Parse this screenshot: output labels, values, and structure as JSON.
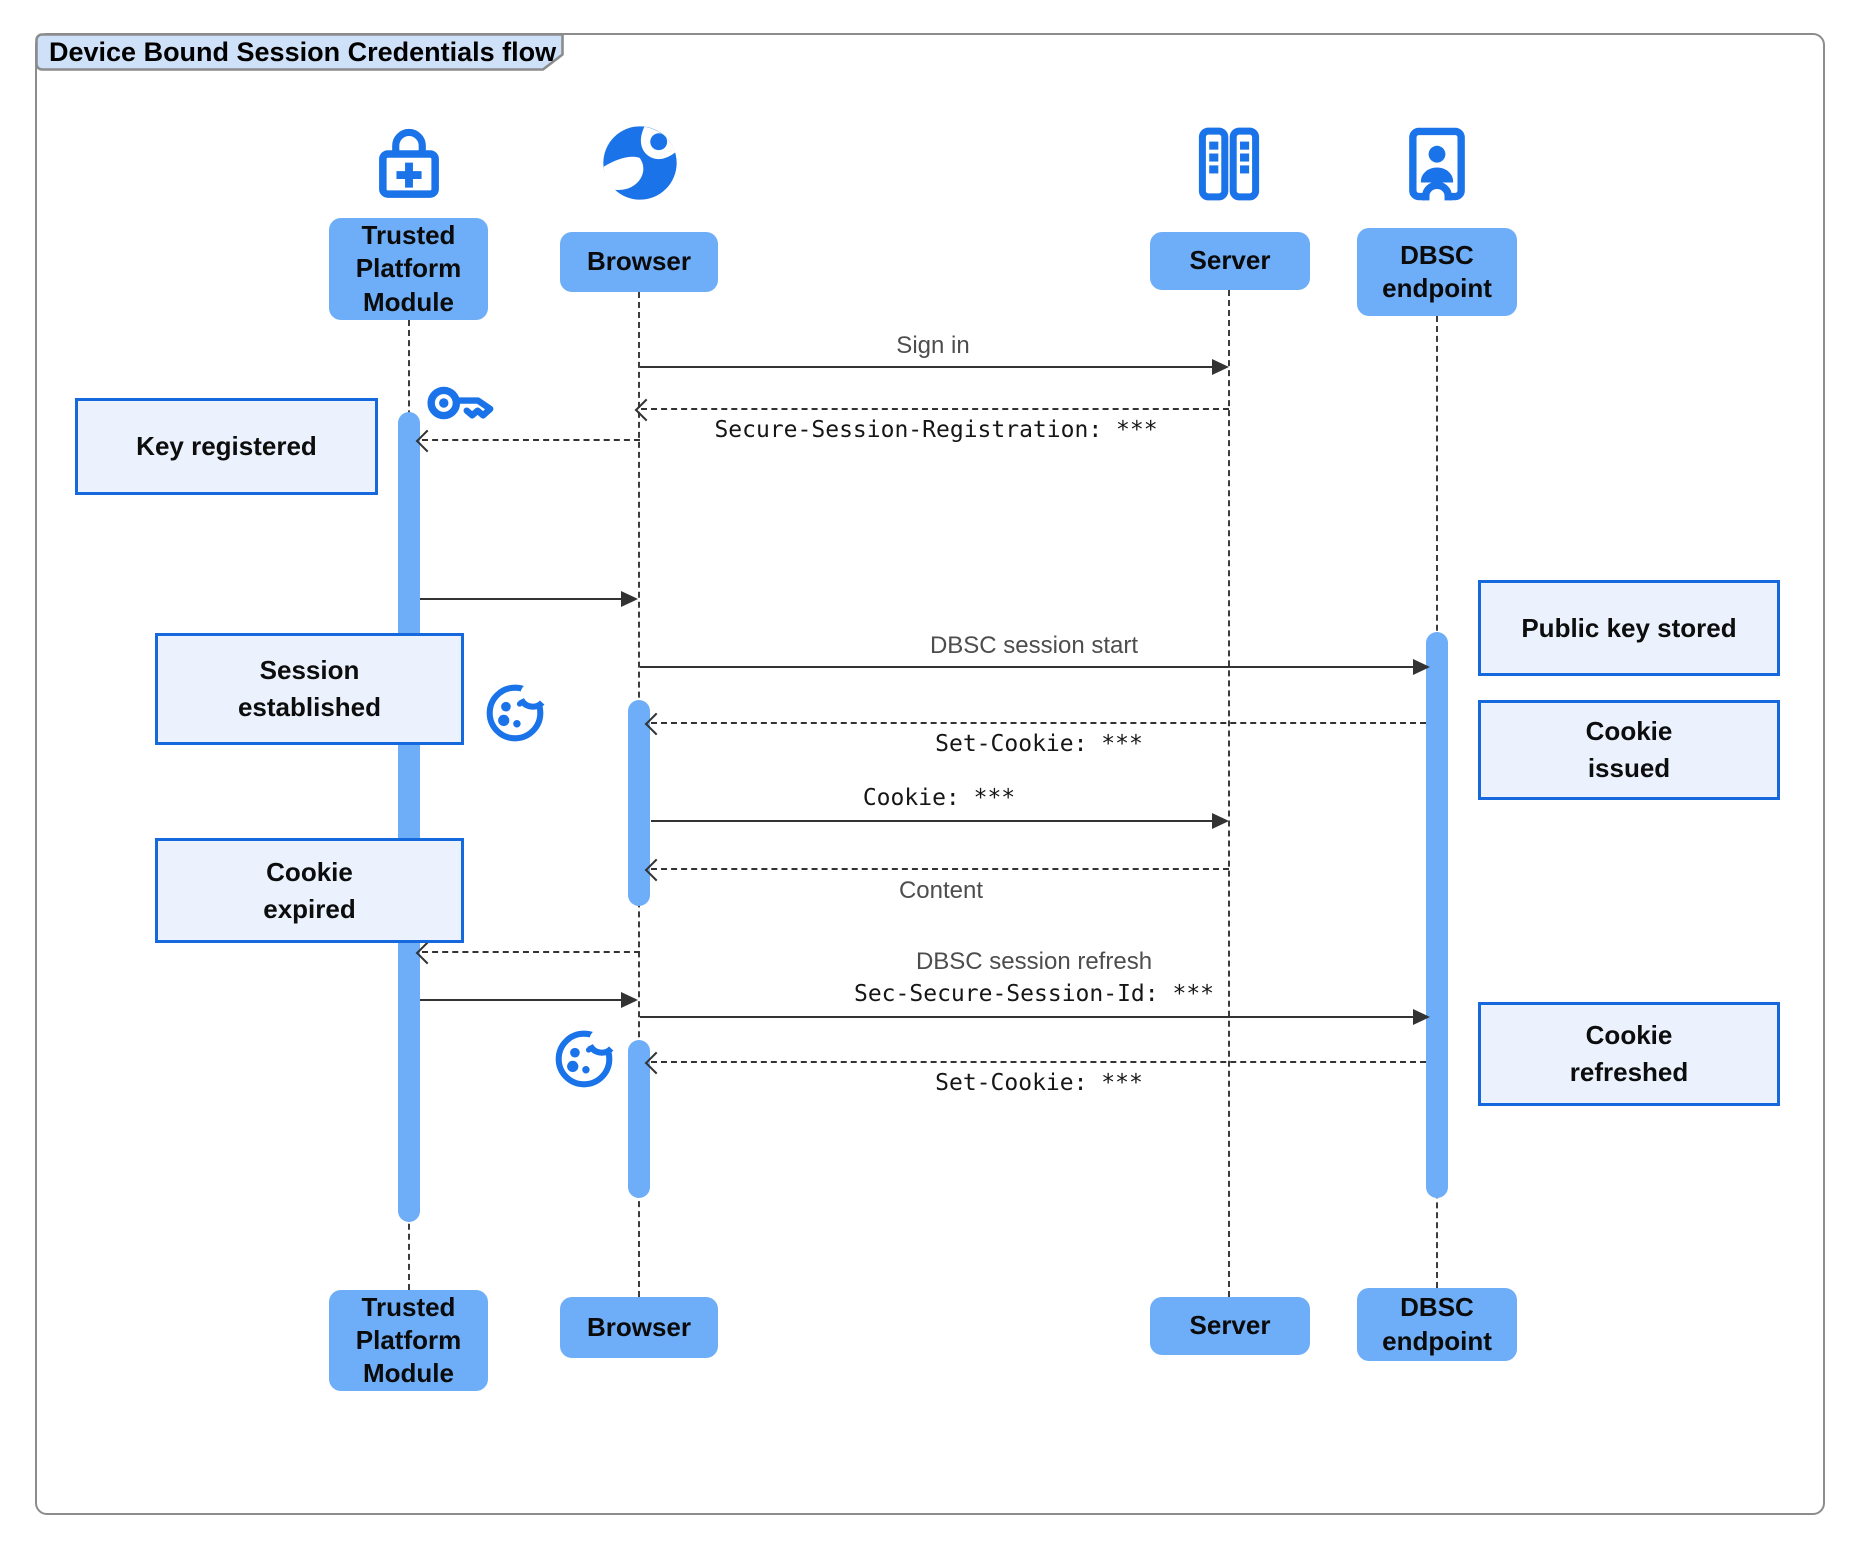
{
  "title": "Device Bound Session Credentials flow",
  "participants": {
    "tpm": {
      "label": "Trusted Platform Module",
      "icon": "lock-plus-icon"
    },
    "browser": {
      "label": "Browser",
      "icon": "globe-icon"
    },
    "server": {
      "label": "Server",
      "icon": "server-icon"
    },
    "dbsc": {
      "label": "DBSC endpoint",
      "icon": "door-person-icon"
    }
  },
  "messages": {
    "sign_in": {
      "from": "Browser",
      "to": "Server",
      "style": "solid",
      "label": "Sign in"
    },
    "session_registration": {
      "from": "Server",
      "to": "Browser",
      "style": "dashed",
      "label": "Secure-Session-Registration: ***"
    },
    "register_key": {
      "from": "Browser",
      "to": "Trusted Platform Module",
      "style": "dashed",
      "label": "",
      "icon": "key-icon"
    },
    "key_ready": {
      "from": "Trusted Platform Module",
      "to": "Browser",
      "style": "solid",
      "label": ""
    },
    "session_start": {
      "from": "Browser",
      "to": "DBSC endpoint",
      "style": "solid",
      "label": "DBSC session start"
    },
    "set_cookie_1": {
      "from": "DBSC endpoint",
      "to": "Browser",
      "style": "dashed",
      "label": "Set-Cookie: ***",
      "icon": "cookie-icon"
    },
    "cookie": {
      "from": "Browser",
      "to": "Server",
      "style": "solid",
      "label": "Cookie: ***"
    },
    "content": {
      "from": "Server",
      "to": "Browser",
      "style": "dashed",
      "label": "Content"
    },
    "refresh_key_request": {
      "from": "Browser",
      "to": "Trusted Platform Module",
      "style": "dashed",
      "label": ""
    },
    "refresh_key_ready": {
      "from": "Trusted Platform Module",
      "to": "Browser",
      "style": "solid",
      "label": ""
    },
    "session_refresh": {
      "from": "Browser",
      "to": "DBSC endpoint",
      "style": "solid",
      "label": "DBSC session refresh",
      "label2": "Sec-Secure-Session-Id: ***"
    },
    "set_cookie_2": {
      "from": "DBSC endpoint",
      "to": "Browser",
      "style": "dashed",
      "label": "Set-Cookie: ***",
      "icon": "cookie-icon"
    }
  },
  "notes": {
    "key_registered": "Key registered",
    "session_established": "Session established",
    "cookie_expired": "Cookie expired",
    "public_key_stored": "Public key stored",
    "cookie_issued": "Cookie issued",
    "cookie_refreshed": "Cookie refreshed"
  },
  "colors": {
    "accent_blue": "#1a73e8",
    "actor_fill": "#6eadf8",
    "activation_fill": "#6eadf8",
    "note_fill": "#ebf2fd",
    "note_border": "#1668dd",
    "title_fill": "#cfe1f9",
    "frame_border": "#8c8c8c",
    "line": "#333333",
    "message_text": "#4d4d4d",
    "code_text": "#161616"
  }
}
